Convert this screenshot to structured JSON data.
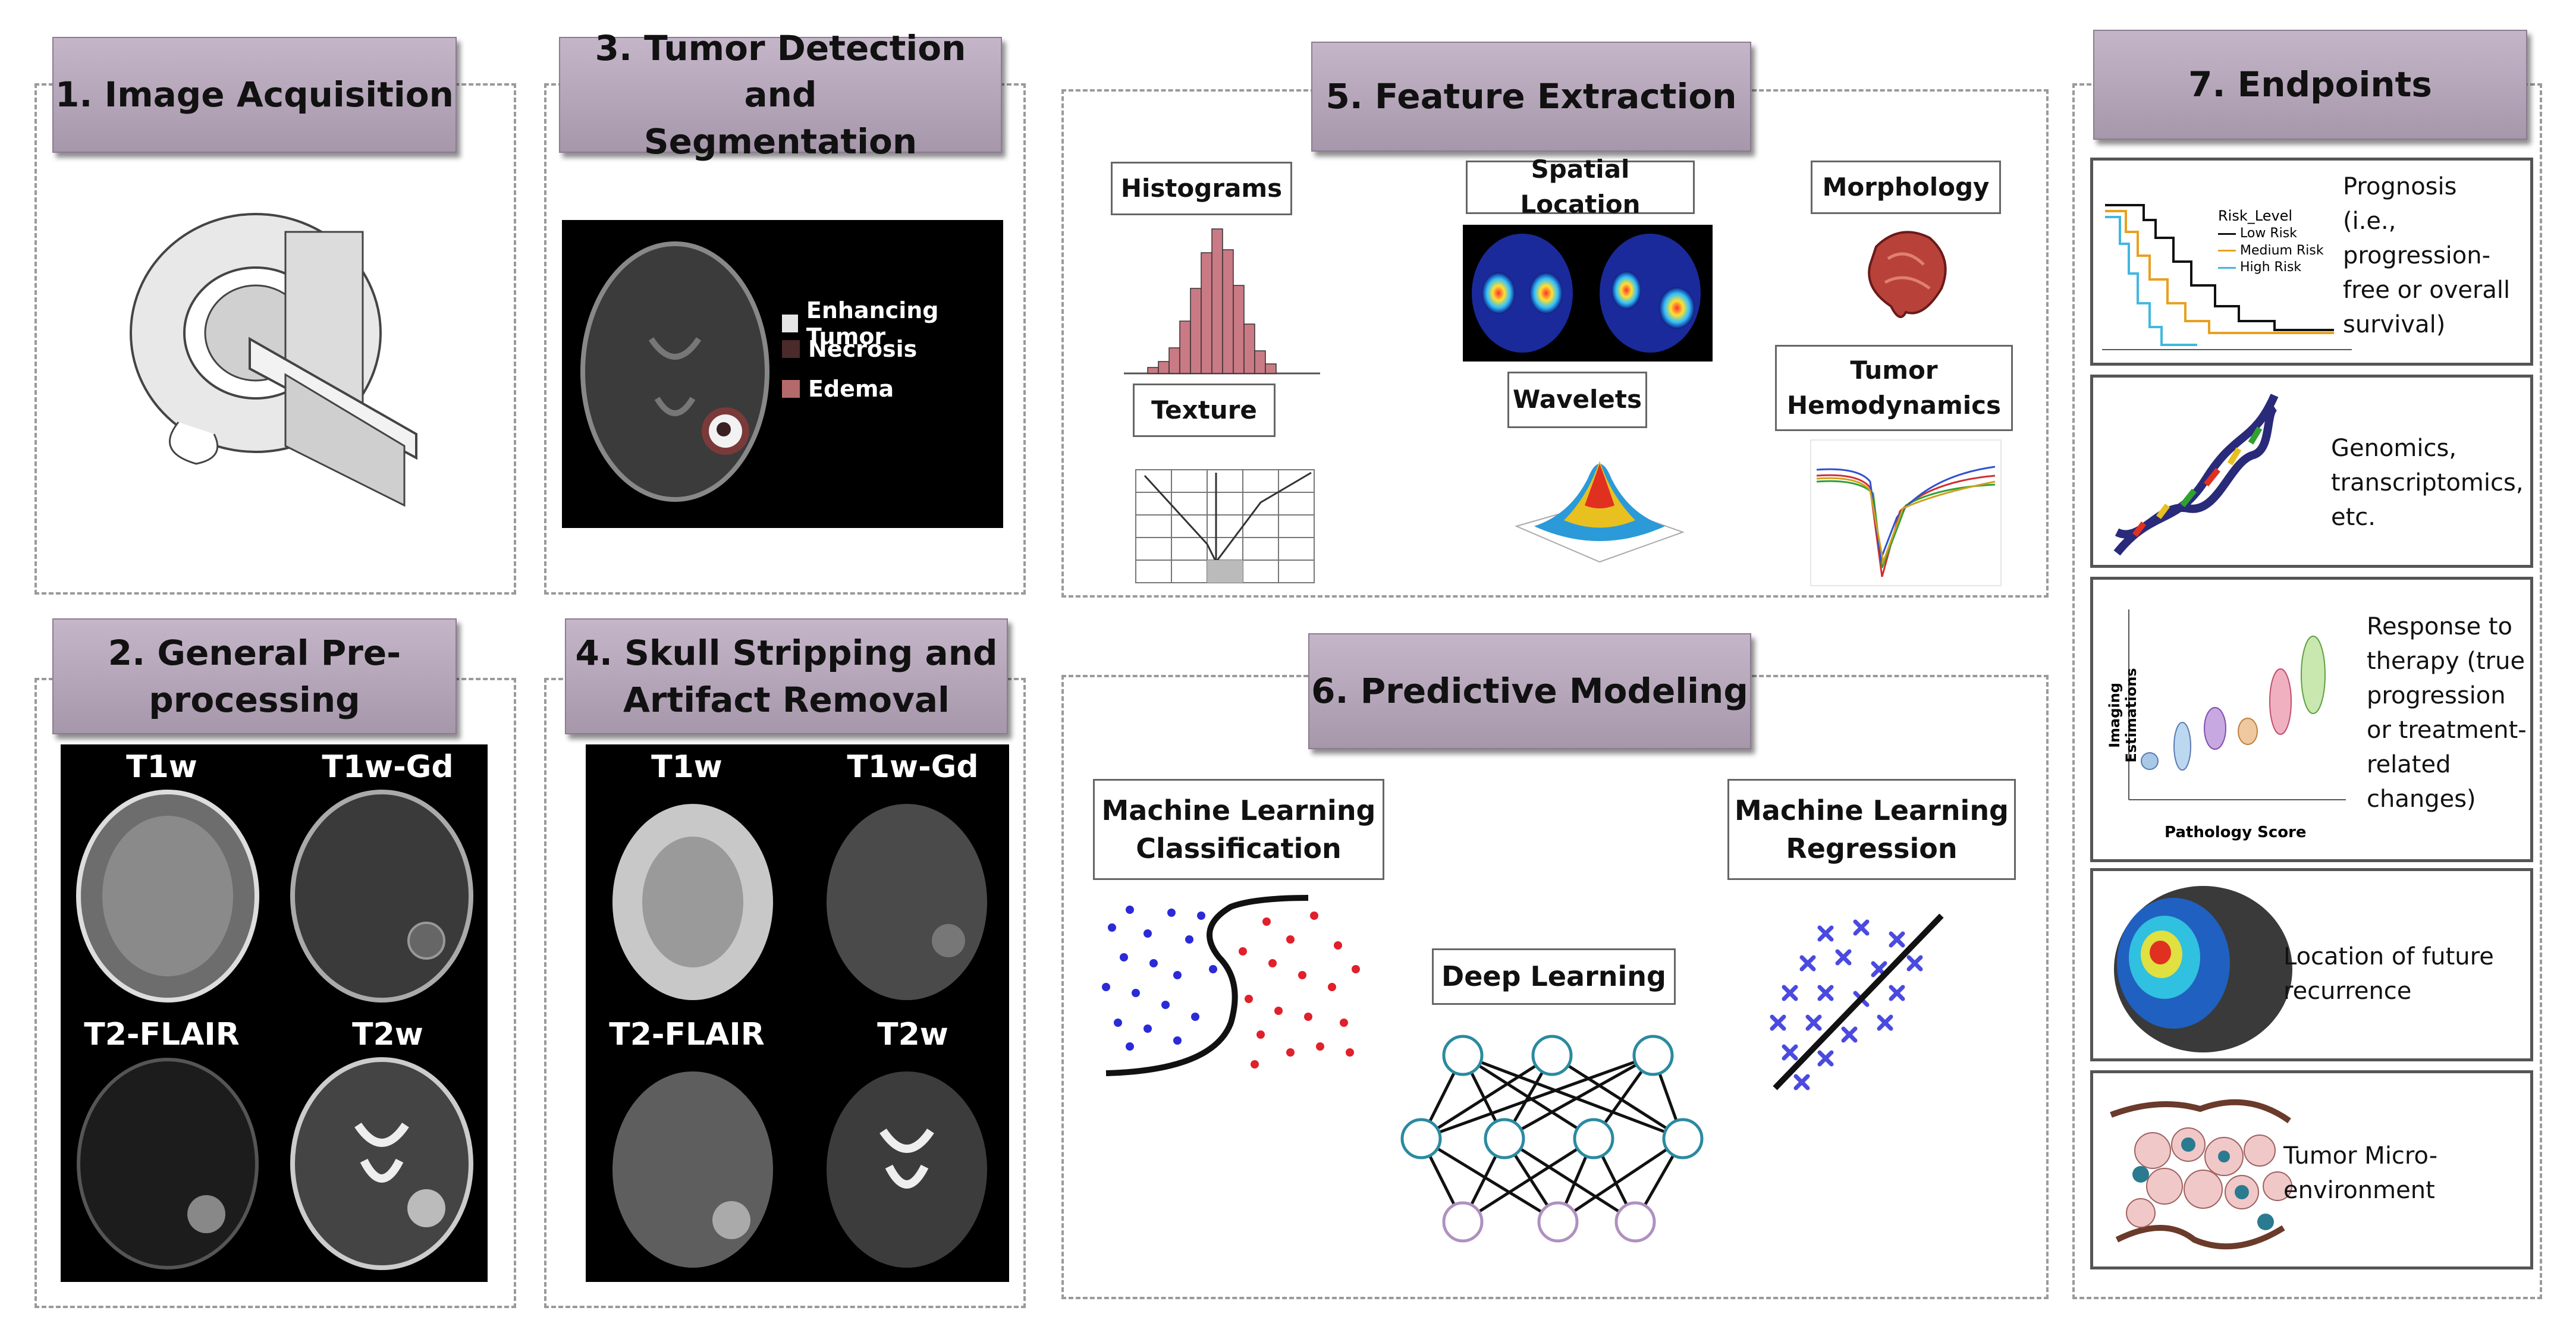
{
  "steps": {
    "s1": {
      "title": "1. Image Acquisition"
    },
    "s2": {
      "title": "2. General Pre-\nprocessing"
    },
    "s3": {
      "title": "3. Tumor Detection and\nSegmentation"
    },
    "s4": {
      "title": "4. Skull Stripping and\nArtifact Removal"
    },
    "s5": {
      "title": "5. Feature Extraction"
    },
    "s6": {
      "title": "6. Predictive Modeling"
    },
    "s7": {
      "title": "7. Endpoints"
    }
  },
  "segmentation_legend": [
    "Enhancing Tumor",
    "Necrosis",
    "Edema"
  ],
  "mri_labels": [
    "T1w",
    "T1w-Gd",
    "T2-FLAIR",
    "T2w"
  ],
  "features": {
    "histograms": "Histograms",
    "texture": "Texture",
    "spatial": "Spatial Location",
    "wavelets": "Wavelets",
    "morphology": "Morphology",
    "hemodynamics": "Tumor\nHemodynamics"
  },
  "modeling": {
    "ml_classification": "Machine Learning\nClassification",
    "deep_learning": "Deep Learning",
    "ml_regression": "Machine Learning\nRegression"
  },
  "endpoints": {
    "prognosis": "Prognosis\n(i.e.,\nprogression-\nfree or overall\nsurvival)",
    "genomics": "Genomics,\ntranscriptomics,\netc.",
    "response": "Response to\ntherapy (true\nprogression\nor treatment-\nrelated\nchanges)",
    "recurrence": "Location of future\nrecurrence",
    "microenv": "Tumor Micro-\nenvironment"
  },
  "km_legend": {
    "title": "Risk_Level",
    "items": [
      "Low Risk",
      "Medium Risk",
      "High Risk"
    ]
  },
  "violin_axes": {
    "ylabel": "Imaging Estimations",
    "xlabel": "Pathology Score"
  },
  "colors": {
    "header": "#b3a4b7",
    "ml_class_a": "#2a2ad8",
    "ml_class_b": "#e0202a",
    "regression_x": "#4a4ae0",
    "node": "#2a8aa0"
  }
}
